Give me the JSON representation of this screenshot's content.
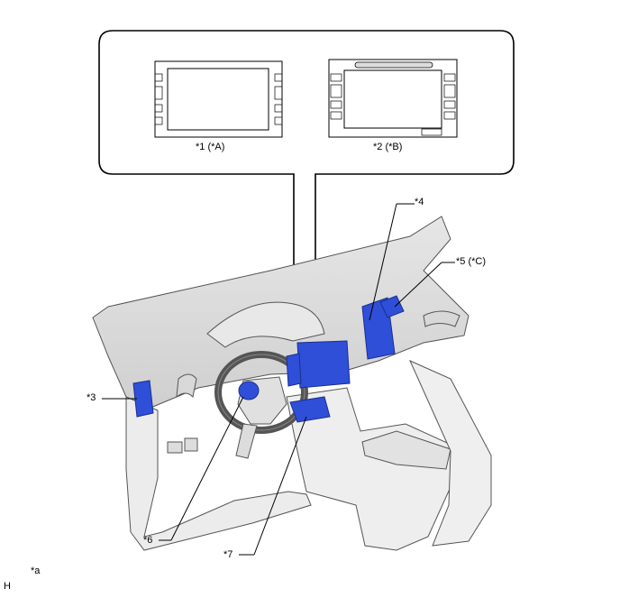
{
  "callouts": {
    "c1": "*1 (*A)",
    "c2": "*2 (*B)",
    "c3": "*3",
    "c4": "*4",
    "c5": "*5 (*C)",
    "c6": "*6",
    "c7": "*7"
  },
  "footer": {
    "note": "*a",
    "mark": "H"
  },
  "colors": {
    "component_highlight": "#2f4fd8",
    "line_art": "#000000",
    "interior_fill": "#f2f2f2"
  }
}
